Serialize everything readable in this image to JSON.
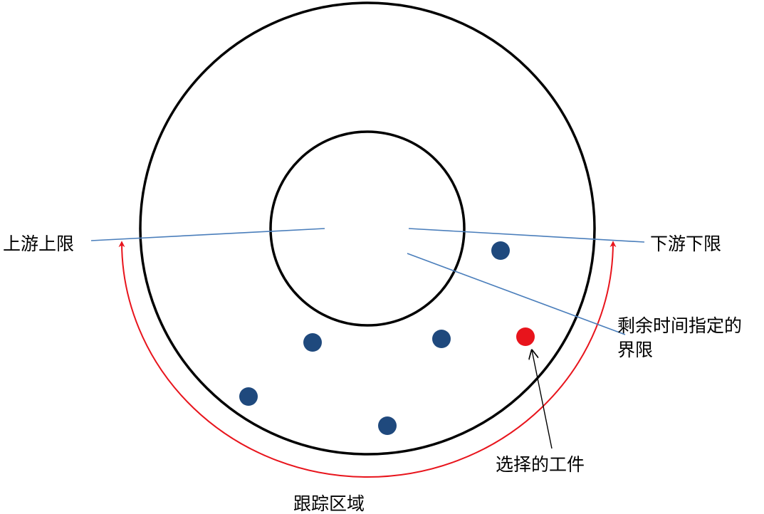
{
  "labels": {
    "upstream_limit": "上游上限",
    "downstream_limit": "下游下限",
    "remaining_time_boundary_line1": "剩余时间指定的",
    "remaining_time_boundary_line2": "界限",
    "selected_workpiece": "选择的工件",
    "tracking_area": "跟踪区域"
  },
  "colors": {
    "outline": "#000000",
    "boundary_line": "#4a7ebb",
    "workpiece": "#1f497d",
    "selected_workpiece": "#e8141c",
    "tracking_arrow": "#e8141c",
    "pointer_arrow": "#000000"
  }
}
